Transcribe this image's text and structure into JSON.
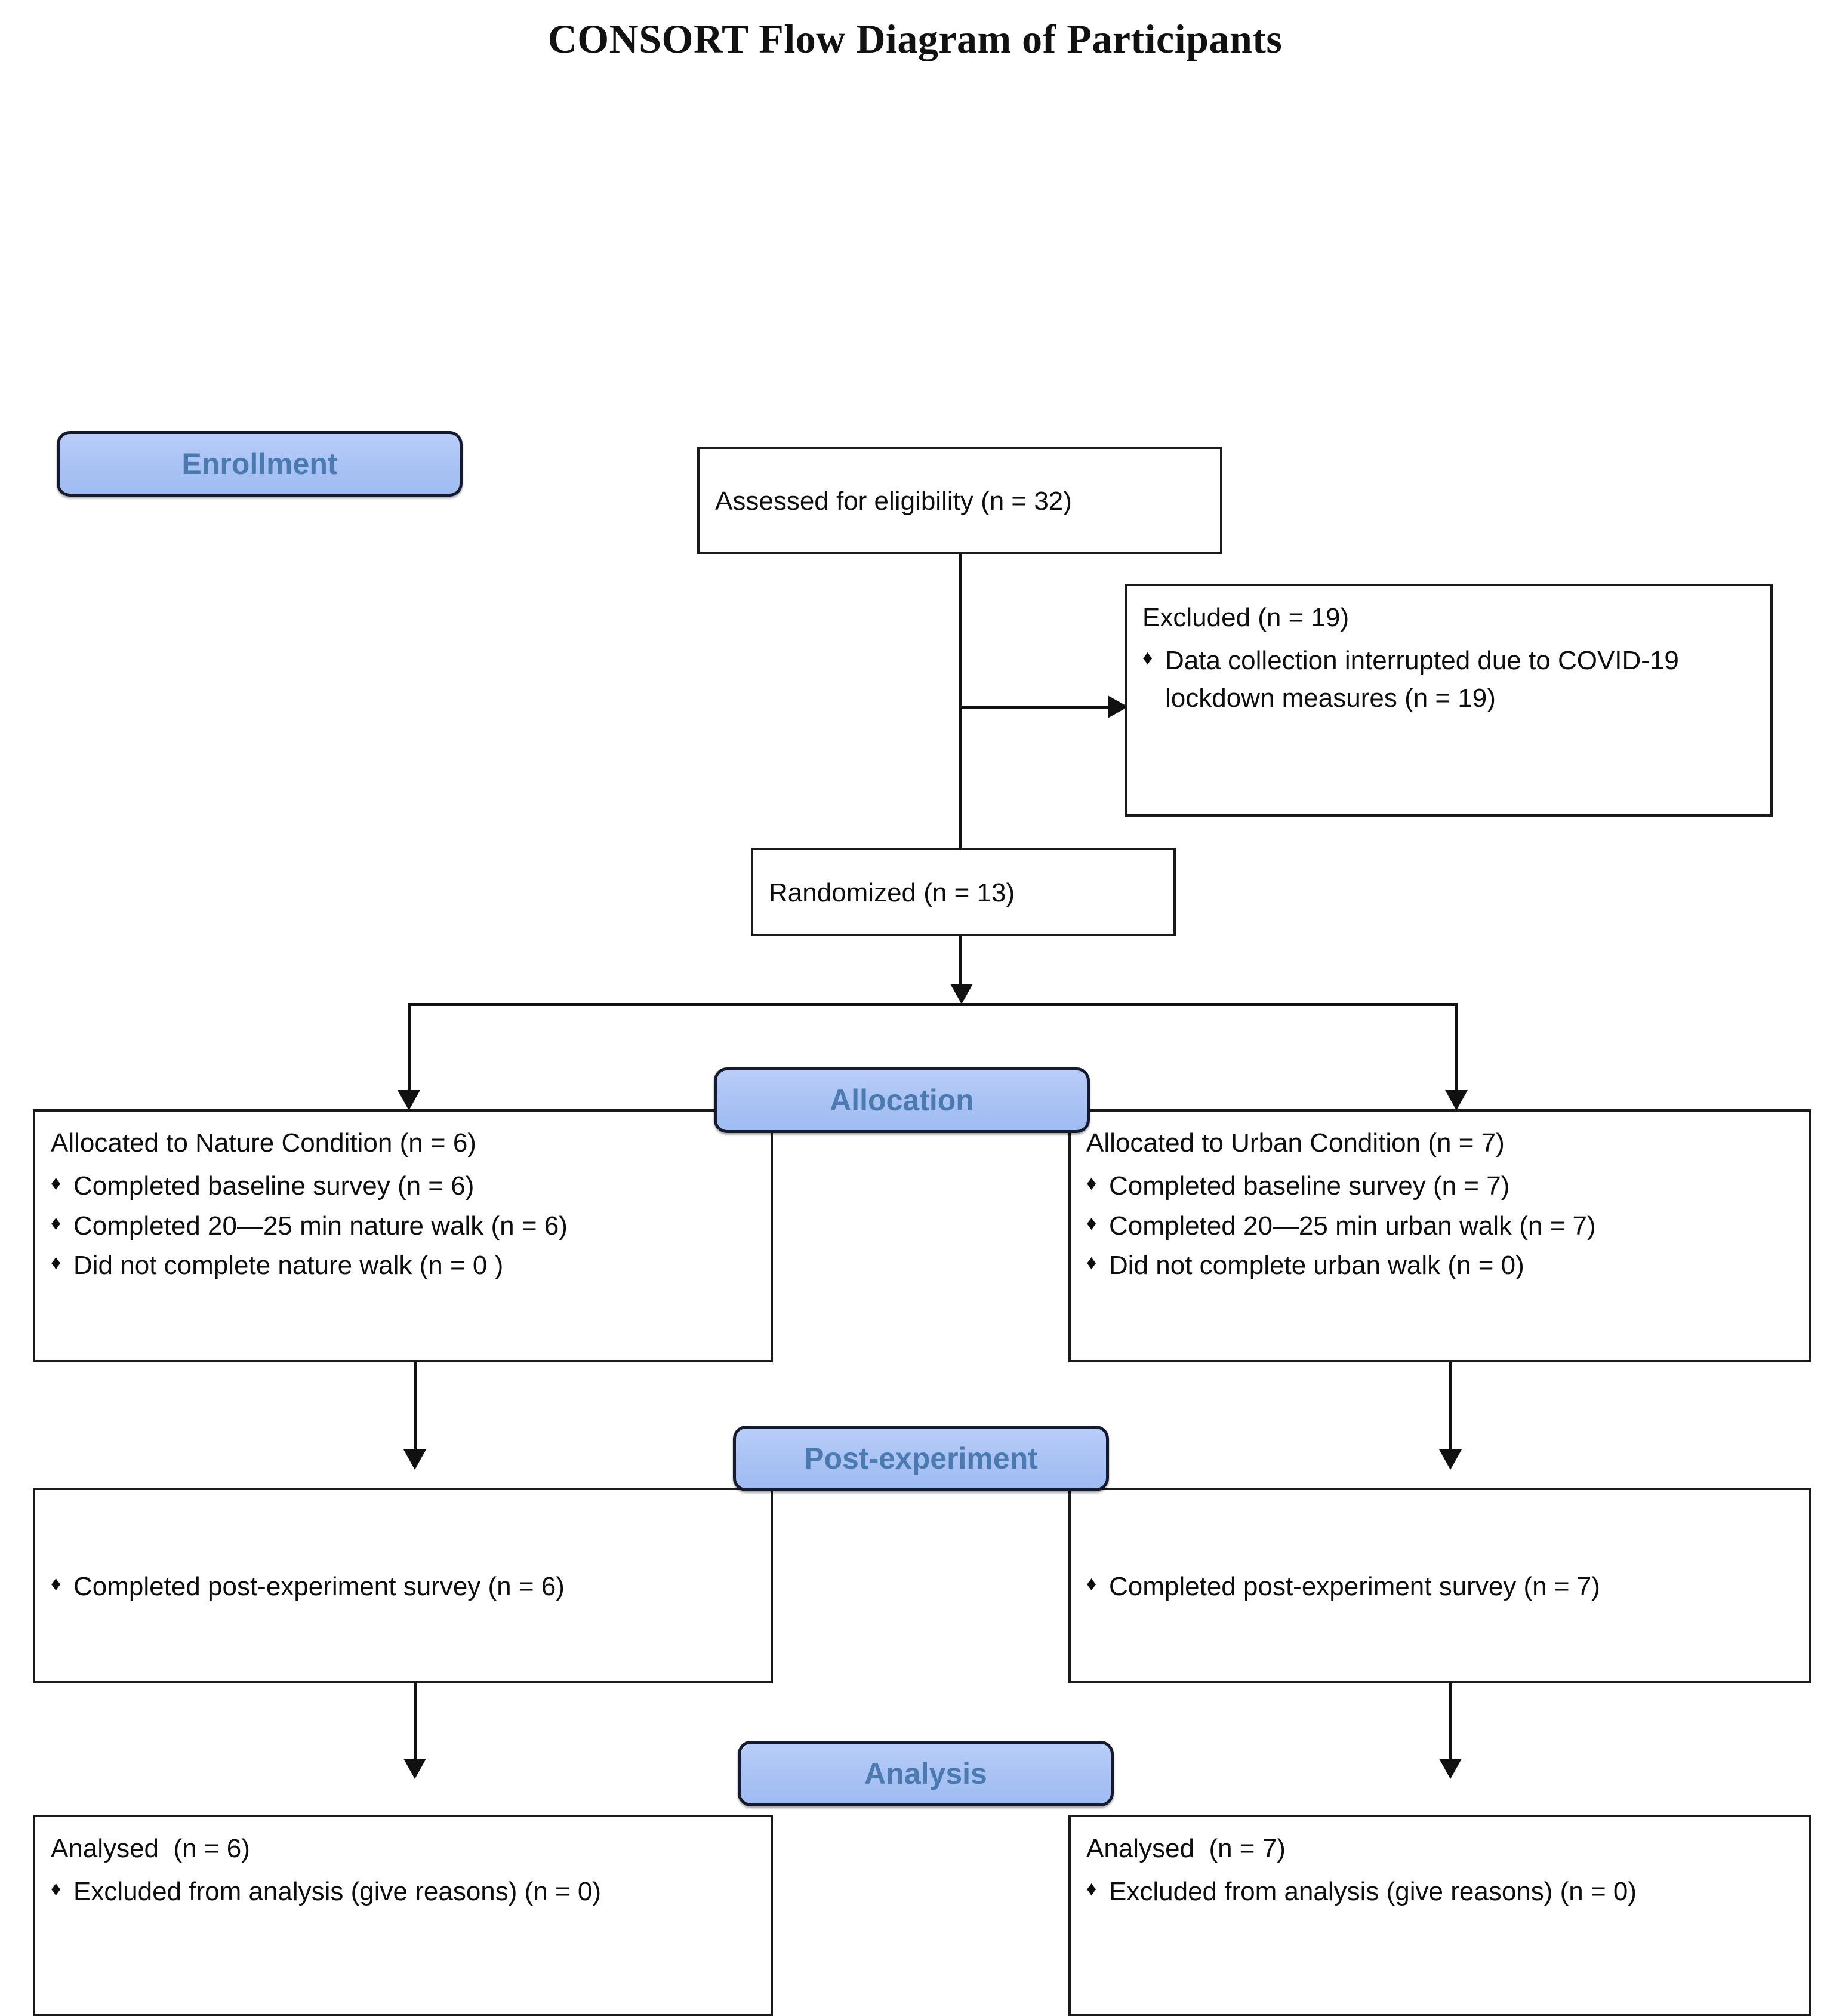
{
  "title": "CONSORT Flow Diagram of Participants",
  "bullet_glyph": "♦",
  "colors": {
    "pill_fill": "#aec6f8",
    "pill_text": "#4a7ab0",
    "pill_border": "#161a2e",
    "box_border": "#1a1a1a",
    "line": "#111111",
    "background": "#ffffff"
  },
  "stages": {
    "enrollment": "Enrollment",
    "allocation": "Allocation",
    "post_experiment": "Post-experiment",
    "analysis": "Analysis"
  },
  "boxes": {
    "assessed": {
      "text": "Assessed for eligibility (n = 32)"
    },
    "excluded": {
      "header": "Excluded (n = 19)",
      "bullets": [
        "Data collection interrupted due to COVID-19 lockdown measures (n = 19)"
      ]
    },
    "randomized": {
      "text": "Randomized (n = 13)"
    },
    "alloc_nature": {
      "header": "Allocated to Nature Condition (n = 6)",
      "bullets": [
        "Completed baseline survey (n = 6)",
        "Completed 20—25 min nature walk (n = 6)",
        "Did not complete nature walk (n = 0 )"
      ]
    },
    "alloc_urban": {
      "header": "Allocated to Urban Condition (n = 7)",
      "bullets": [
        "Completed baseline survey (n = 7)",
        "Completed 20—25 min urban walk (n = 7)",
        "Did not complete urban walk (n = 0)"
      ]
    },
    "post_nature": {
      "bullets": [
        "Completed post-experiment survey (n = 6)"
      ]
    },
    "post_urban": {
      "bullets": [
        "Completed post-experiment survey (n = 7)"
      ]
    },
    "analysis_nature": {
      "header": "Analysed  (n = 6)",
      "bullets": [
        "Excluded from analysis (give reasons) (n = 0)"
      ]
    },
    "analysis_urban": {
      "header": "Analysed  (n = 7)",
      "bullets": [
        "Excluded from analysis (give reasons) (n = 0)"
      ]
    }
  }
}
